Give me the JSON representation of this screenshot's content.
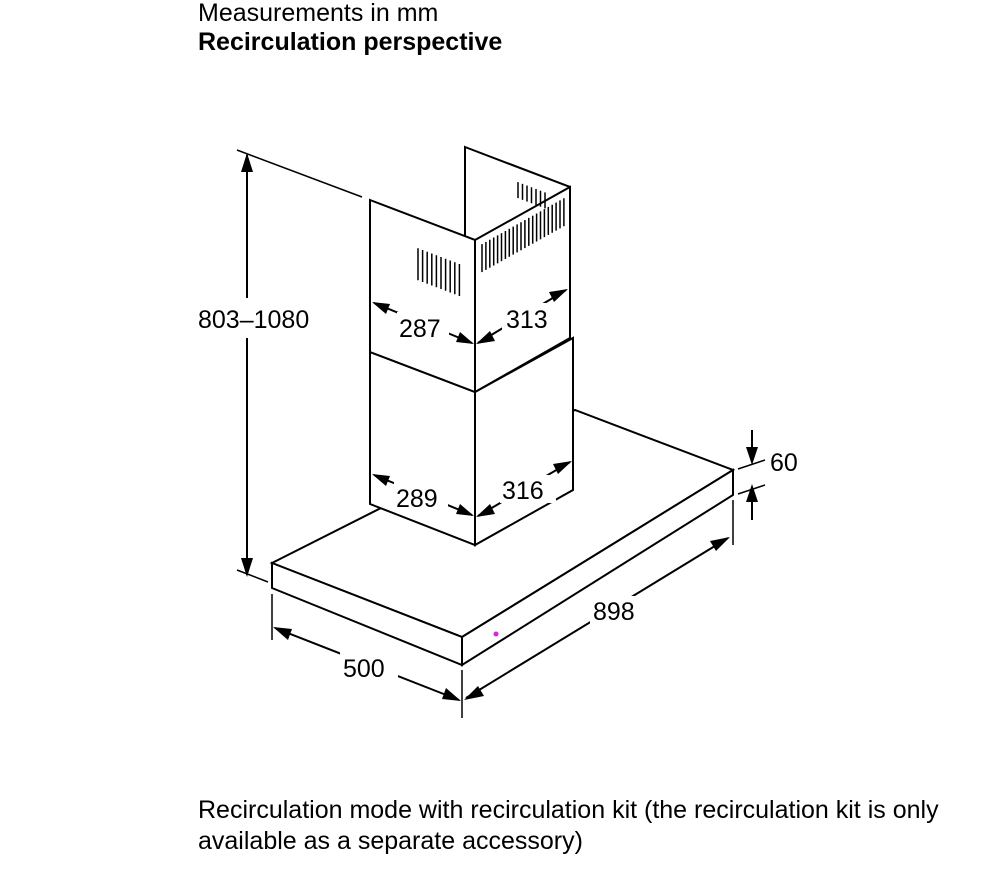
{
  "header": {
    "line1": "Measurements in mm",
    "line2": "Recirculation perspective"
  },
  "dimensions": {
    "total_height": "803–1080",
    "upper_chimney_depth": "287",
    "upper_chimney_width": "313",
    "lower_chimney_depth": "289",
    "lower_chimney_width": "316",
    "canopy_thickness": "60",
    "canopy_width": "898",
    "canopy_depth": "500"
  },
  "caption": "Recirculation mode with recirculation kit (the recirculation kit is only available as a separate accessory)",
  "colors": {
    "indicator_light": "#e020e0"
  }
}
